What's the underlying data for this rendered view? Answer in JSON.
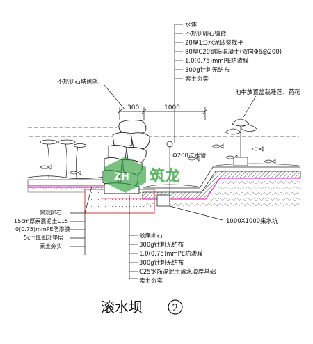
{
  "layers_top": [
    "水体",
    "不规则卵石镶嵌",
    "20厚1:3水泥砂浆找平",
    "80厚C20钢筋混凝土(双向Φ6@200)",
    "1.0(0.75)mmPE防渗膜",
    "300g针刺无纺布",
    "素土夯实"
  ],
  "stone_label": "不规则石块砌筑",
  "plant_label": "池中放置盆栽睡莲、荷花",
  "dim_left": "300",
  "dim_right": "1000",
  "pipe_label": "Φ200过水管",
  "watermark_text": "筑龙",
  "left_layers": [
    "景观卵石",
    "15cm厚素混泥土C15",
    "0(0.75)mmPE防渗膜",
    "5cm厚细沙垫层",
    "素土夯实"
  ],
  "pit_label": "1000X1000集水坑",
  "bottom_layers": [
    "驳岸卵石",
    "300g针刺无纺布",
    "1.0(0.75)mmPE防渗膜",
    "300g针刺无纺布",
    "C25钢筋混泥土滚水驳岸基础",
    "素土夯实"
  ],
  "title": "滚水坝",
  "title_number": "2",
  "colors": {
    "line": "#111111",
    "water_dashed": "#3a3a3a",
    "pink_layer": "#e040c8",
    "red_concrete": "#d23a3a",
    "hatch": "#333333",
    "watermark": "#2e9e3a"
  }
}
